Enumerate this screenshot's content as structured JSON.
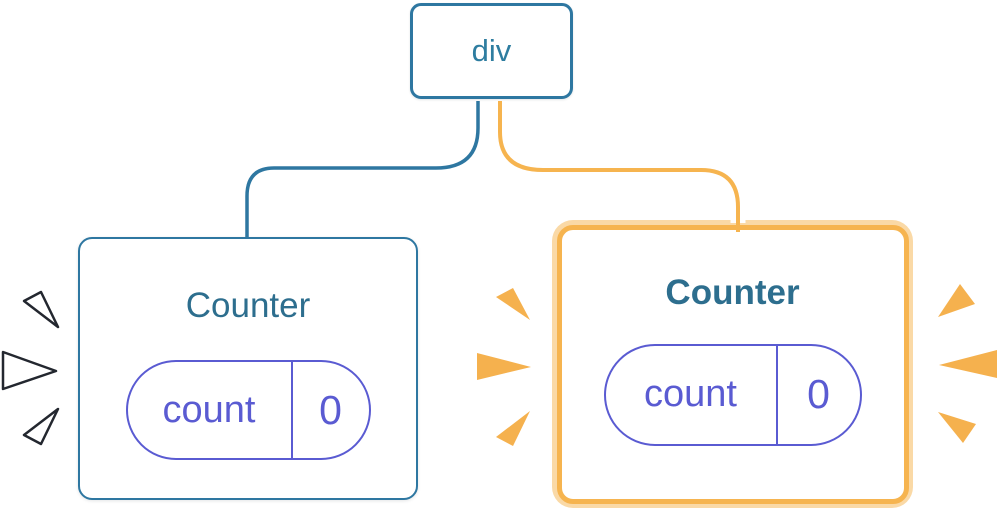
{
  "diagram": {
    "description": "React component tree: a div root with two Counter children; the right Counter is highlighted as freshly rendered",
    "root": {
      "label": "div"
    },
    "children": [
      {
        "title": "Counter",
        "state_key": "count",
        "state_value": "0",
        "highlighted": false
      },
      {
        "title": "Counter",
        "state_key": "count",
        "state_value": "0",
        "highlighted": true
      }
    ],
    "connectors": [
      {
        "name": "left-connector",
        "color": "#2E77A1",
        "style": "plain line"
      },
      {
        "name": "right-connector",
        "color": "#F6B44F",
        "style": "orange line with white casing"
      }
    ],
    "colors": {
      "node_border_blue": "#2E77A1",
      "node_text_blue": "#2E7DA0",
      "counter_title_blue": "#2D6E8E",
      "state_pill_purple": "#5A5BD2",
      "highlight_orange": "#F6B44F",
      "highlight_orange_pale": "#FAD9A6",
      "burst_orange": "#F5B14E",
      "burst_outline_dark": "#23272F",
      "background": "#FFFFFF"
    },
    "icons": {
      "left_bursts": "burst-rays-icon (white wedges, dark outline, 3x)",
      "middle_bursts": "burst-rays-icon (orange wedges, 3x)",
      "right_bursts": "burst-rays-icon (orange wedges, 3x)"
    }
  }
}
